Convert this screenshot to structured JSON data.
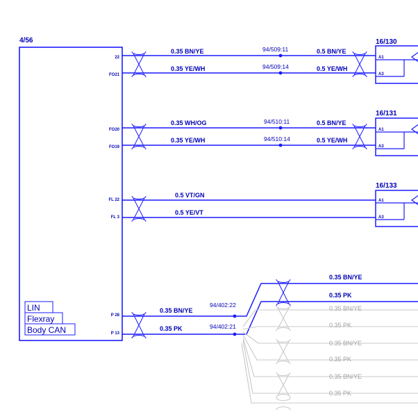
{
  "colors": {
    "wire": "#1a1aff",
    "text": "#0000b4",
    "grey": "#c8c8c8",
    "greyText": "#9a9a9a"
  },
  "module": {
    "id": "4/56",
    "pins": [
      "22",
      "FO21",
      "FO20",
      "FO19",
      "FL 22",
      "FL 3",
      "P 28",
      "P 13"
    ],
    "legend": [
      "LIN",
      "Flexray",
      "Body CAN"
    ]
  },
  "wires_left": [
    "0.35 BN/YE",
    "0.35 YE/WH",
    "0.35 WH/OG",
    "0.35 YE/WH",
    "0.5 VT/GN",
    "0.5 YE/VT",
    "0.35 BN/YE",
    "0.35 PK"
  ],
  "splices": [
    "94/509:11",
    "94/509:14",
    "94/510:11",
    "94/510:14",
    "94/402:22",
    "94/402:21"
  ],
  "wires_right": [
    "0.5 BN/YE",
    "0.5 YE/WH",
    "0.5 BN/YE",
    "0.5 YE/WH"
  ],
  "connectors": [
    {
      "id": "16/130",
      "pins": [
        "A1",
        "A3"
      ]
    },
    {
      "id": "16/131",
      "pins": [
        "A1",
        "A3"
      ]
    },
    {
      "id": "16/133",
      "pins": [
        "A1",
        "A3"
      ]
    }
  ],
  "branches": [
    "0.35 BN/YE",
    "0.35 PK",
    "0.35 BN/YE",
    "0.35 PK",
    "0.35 BN/YE",
    "0.35 PK",
    "0.35 BN/YE",
    "0.35 PK"
  ]
}
